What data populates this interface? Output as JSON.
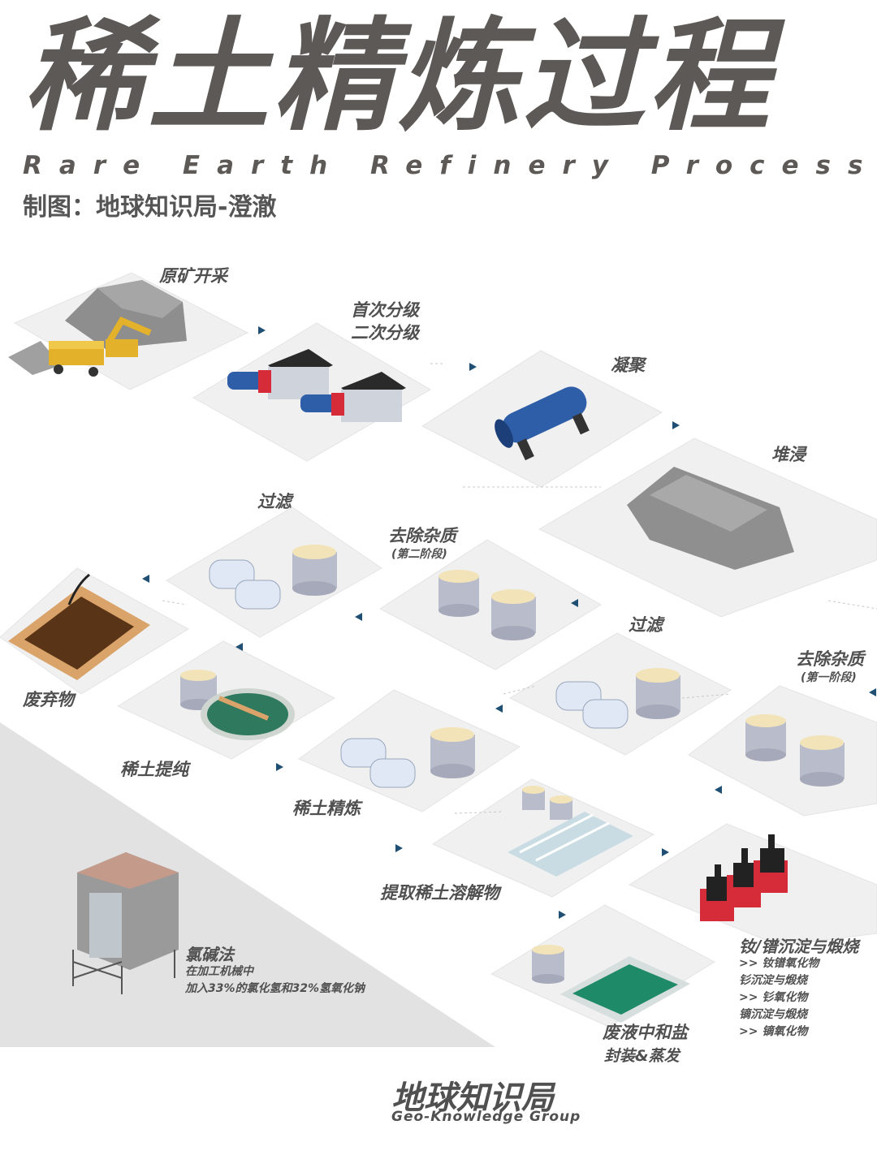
{
  "header": {
    "title": "稀土精炼过程",
    "subtitle": "Rare Earth Refinery Process",
    "credit": "制图：地球知识局-澄澈"
  },
  "steps": {
    "mining": "原矿开采",
    "grading_1": "首次分级",
    "grading_2": "二次分级",
    "agglomeration": "凝聚",
    "heap_leaching": "堆浸",
    "filter_top": "过滤",
    "impurity_2": "去除杂质",
    "impurity_2_stage": "(第二阶段)",
    "filter_mid": "过滤",
    "impurity_1": "去除杂质",
    "impurity_1_stage": "(第一阶段)",
    "waste": "废弃物",
    "purification": "稀土提纯",
    "refining": "稀土精炼",
    "extraction": "提取稀土溶解物"
  },
  "precipitation": {
    "title": "钕/镨沉淀与煅烧",
    "lines": [
      ">>  钕镨氧化物",
      "钐沉淀与煅烧",
      ">>  钐氧化物",
      "镝沉淀与煅烧",
      ">>  镝氧化物"
    ]
  },
  "waste_liquid": {
    "title": "废液中和盐",
    "subtitle": "封装&蒸发"
  },
  "chlor_alkali": {
    "title": "氯碱法",
    "line1": "在加工机械中",
    "line2": "加入33%的氯化氢和32%氢氧化钠"
  },
  "footer": {
    "name_cn": "地球知识局",
    "name_en": "Geo-Knowledge Group"
  },
  "colors": {
    "text": "#505050",
    "arrow": "#1f4f73",
    "tile": "#f1f1f1",
    "tank": "#b9bccb",
    "liquid": "#f2e3b8",
    "machine_blue": "#2f5ea8",
    "red": "#d62c3a",
    "pool": "#1f8a68",
    "waste_brown": "#5a3416"
  }
}
